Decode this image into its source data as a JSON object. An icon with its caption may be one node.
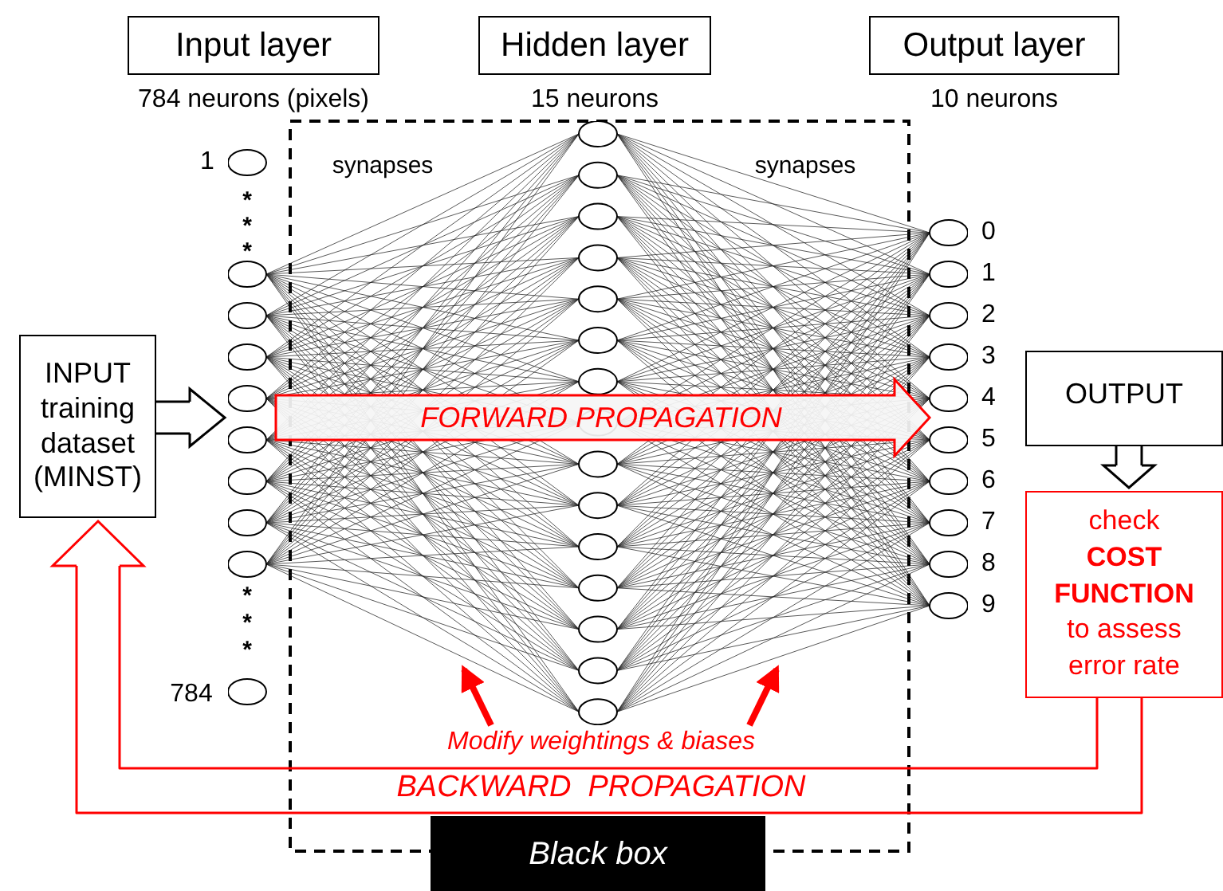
{
  "diagram": {
    "nodes": [
      {
        "text": [
          "Input layer"
        ],
        "beside": [
          "784 neurons (pixels)"
        ]
      },
      {
        "text": [
          "Hidden layer"
        ],
        "beside": [
          "15 neurons"
        ]
      },
      {
        "text": [
          "Output layer"
        ],
        "beside": [
          "10 neurons"
        ]
      },
      {
        "text": [
          "INPUT training dataset (MINST)"
        ]
      },
      {
        "text": [],
        "shape": "picture"
      },
      {
        "text": [
          "OUTPUT"
        ]
      },
      {
        "text": [
          "check **COST FUNCTION** to assess error rate"
        ]
      },
      {
        "text": [
          "Black box"
        ]
      },
      {
        "text": [
          "Modify weightings & biases"
        ]
      }
    ],
    "edges": [
      {
        "from": 3,
        "to": 4,
        "arrow": "to",
        "color": "#000000"
      },
      {
        "from": 5,
        "to": 6,
        "arrow": "to",
        "color": "#000000"
      },
      {
        "from": 6,
        "to": 3,
        "arrow": "to",
        "label": "BACKWARD  PROPAGATION"
      },
      {
        "from": 8,
        "to": 4,
        "arrow": "to",
        "style": "thick"
      },
      {
        "from": 8,
        "to": 4,
        "arrow": "to",
        "style": "thick"
      }
    ],
    "labels": [
      "synapses",
      "synapses",
      "1",
      "*",
      "*",
      "*",
      "*",
      "*",
      "*",
      "784",
      "0",
      "1",
      "2",
      "3",
      "4",
      "5",
      "6",
      "7",
      "8",
      "9",
      "FORWARD PROPAGATION"
    ]
  }
}
